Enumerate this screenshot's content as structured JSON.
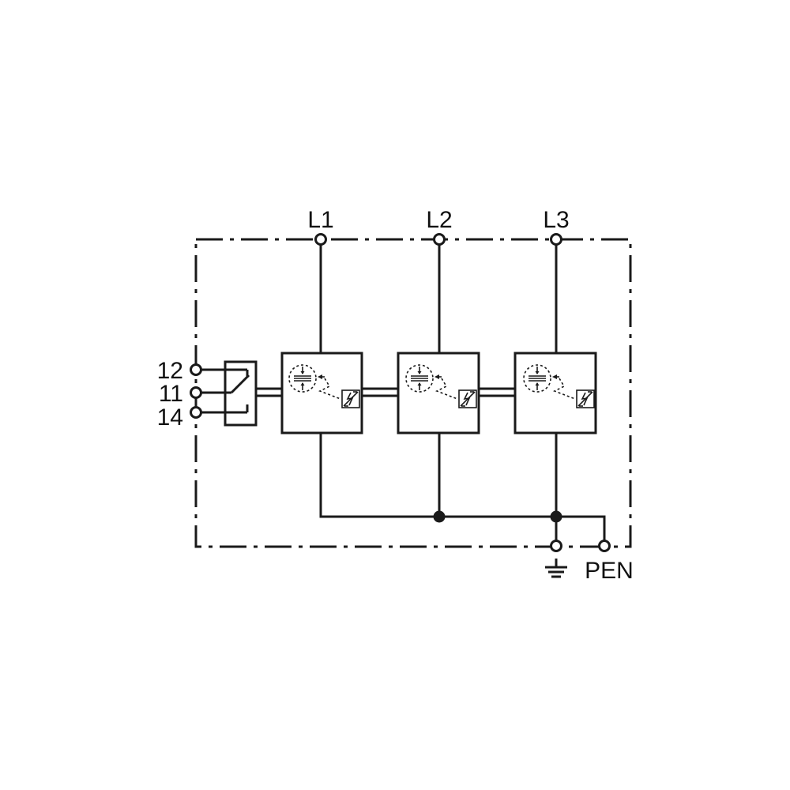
{
  "terminals": {
    "top": [
      "L1",
      "L2",
      "L3"
    ],
    "relay_contacts": [
      "12",
      "11",
      "14"
    ],
    "earth_symbol": "ground-icon",
    "pen": "PEN"
  },
  "modules": [
    {
      "icons": [
        "spark-gap-icon",
        "varistor-icon"
      ]
    },
    {
      "icons": [
        "spark-gap-icon",
        "varistor-icon"
      ]
    },
    {
      "icons": [
        "spark-gap-icon",
        "varistor-icon"
      ]
    }
  ],
  "colors": {
    "line": "#1a1a1a",
    "background": "#ffffff"
  }
}
